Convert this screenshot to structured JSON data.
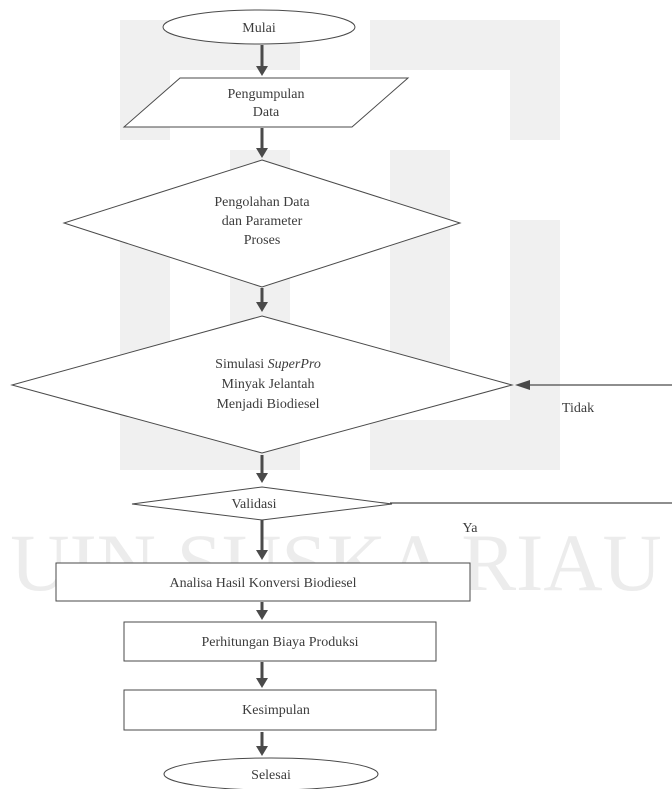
{
  "watermark": {
    "text": "UIN SUSKA RIAU",
    "color": "#eaeaea"
  },
  "nodes": {
    "start": {
      "label": "Mulai"
    },
    "collect": {
      "line1": "Pengumpulan",
      "line2": "Data"
    },
    "process": {
      "line1": "Pengolahan Data",
      "line2": "dan Parameter",
      "line3": "Proses"
    },
    "simulate": {
      "line1_a": "Simulasi ",
      "line1_b": "SuperPro",
      "line2": "Minyak Jelantah",
      "line3": "Menjadi Biodiesel"
    },
    "validate": {
      "label": "Validasi"
    },
    "analysis": {
      "label": "Analisa Hasil Konversi Biodiesel"
    },
    "cost": {
      "label": "Perhitungan Biaya Produksi"
    },
    "conclusion": {
      "label": "Kesimpulan"
    },
    "end": {
      "label": "Selesai"
    }
  },
  "edges": {
    "no_label": "Tidak",
    "yes_label": "Ya"
  }
}
